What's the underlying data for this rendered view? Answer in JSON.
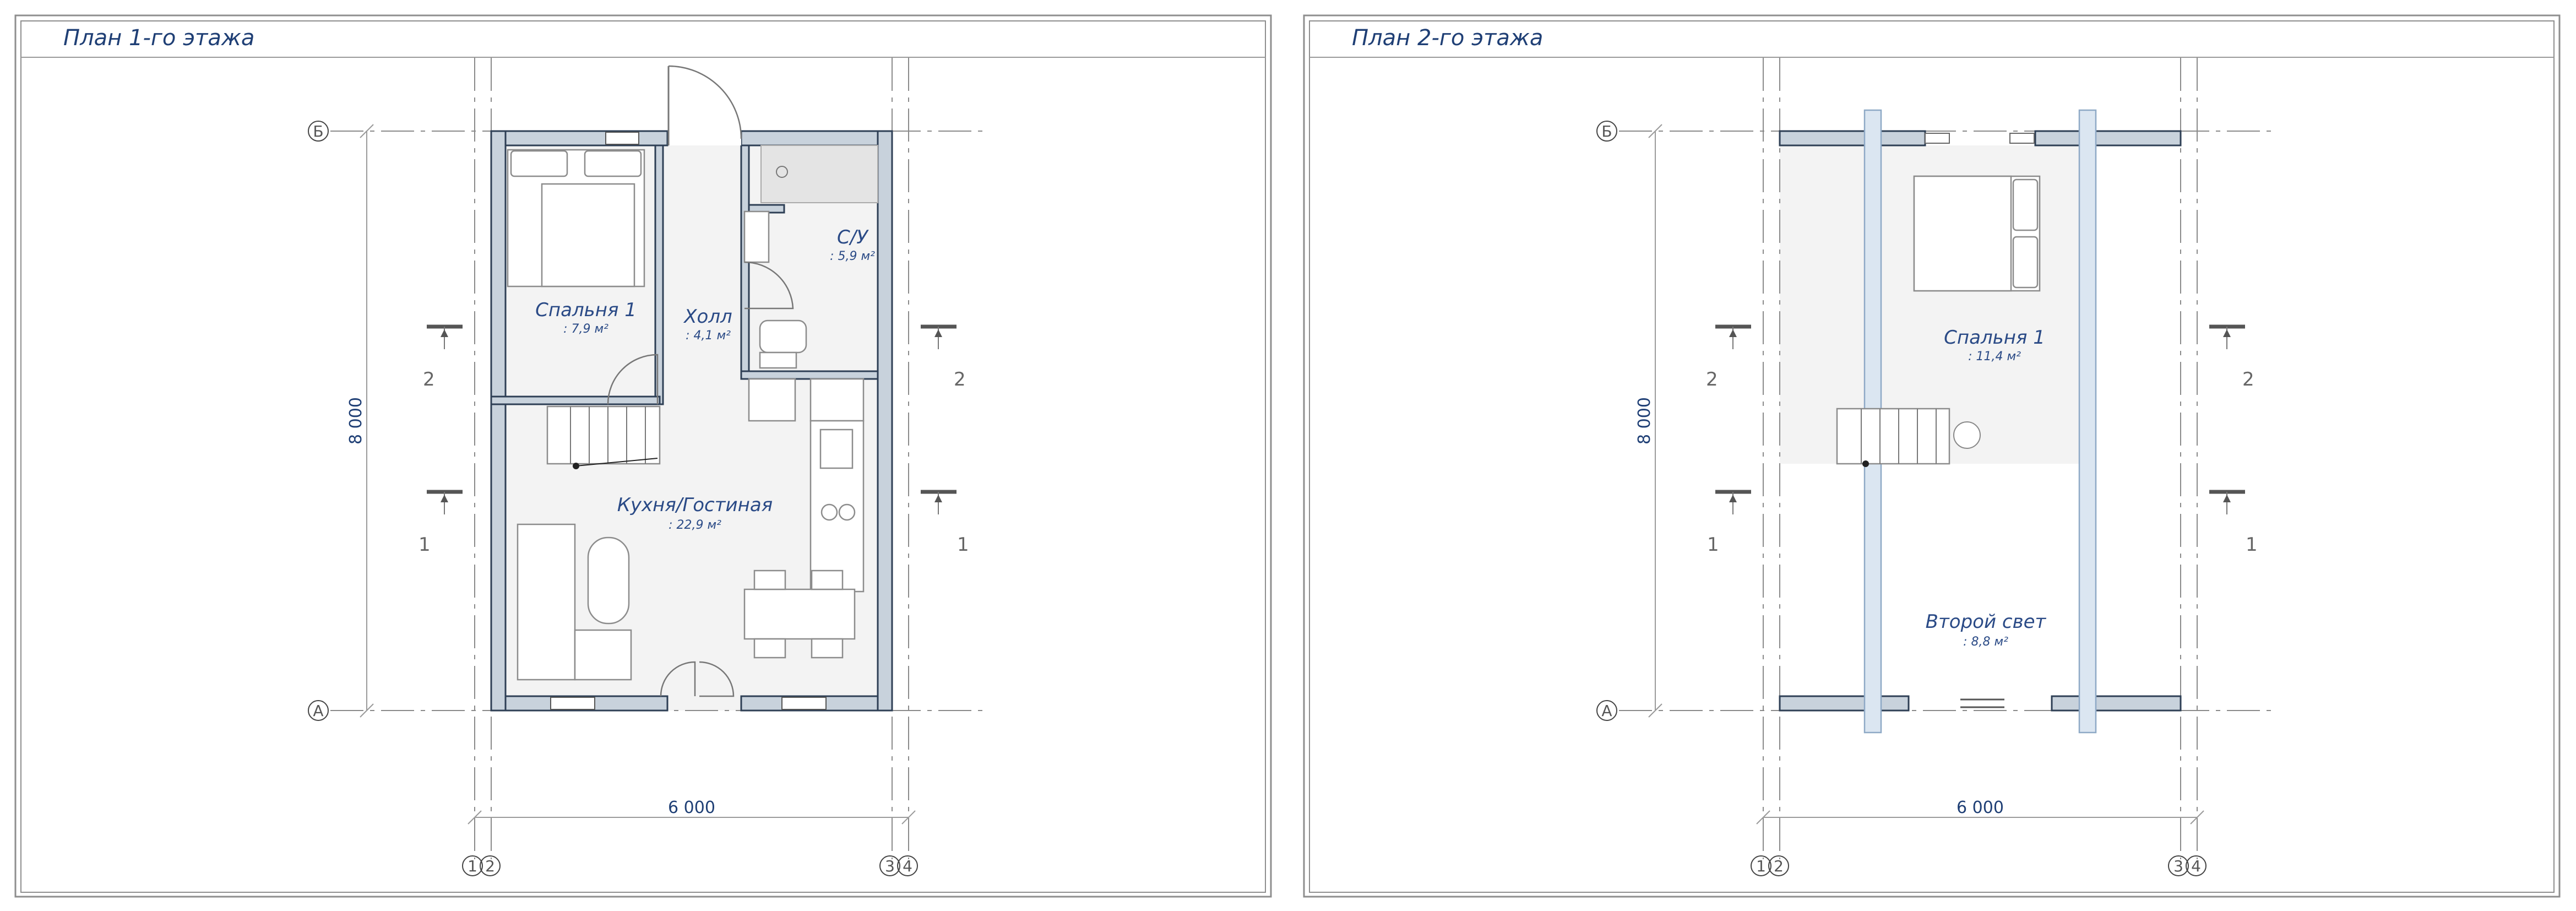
{
  "sheets": [
    {
      "title": "План 1-го этажа",
      "rooms": [
        {
          "name": "Спальня 1",
          "area": ": 7,9 м²"
        },
        {
          "name": "Холл",
          "area": ": 4,1 м²"
        },
        {
          "name": "С/У",
          "area": ": 5,9 м²"
        },
        {
          "name": "Кухня/Гостиная",
          "area": ": 22,9 м²"
        }
      ],
      "dimensions": {
        "width": "6 000",
        "depth": "8 000"
      },
      "grid_rows": [
        "Б",
        "А"
      ],
      "grid_cols": [
        "1",
        "2",
        "3",
        "4"
      ],
      "section_marks": [
        "2",
        "1"
      ]
    },
    {
      "title": "План 2-го этажа",
      "rooms": [
        {
          "name": "Спальня 1",
          "area": ": 11,4 м²"
        },
        {
          "name": "Второй свет",
          "area": ": 8,8 м²"
        }
      ],
      "dimensions": {
        "width": "6 000",
        "depth": "8 000"
      },
      "grid_rows": [
        "Б",
        "А"
      ],
      "grid_cols": [
        "1",
        "2",
        "3",
        "4"
      ],
      "section_marks": [
        "2",
        "1"
      ]
    }
  ],
  "colors": {
    "label": "#2a4a86",
    "title": "#1f3f75",
    "wall_fill": "#c8d2dc",
    "beam_fill": "#dbe6f1"
  }
}
